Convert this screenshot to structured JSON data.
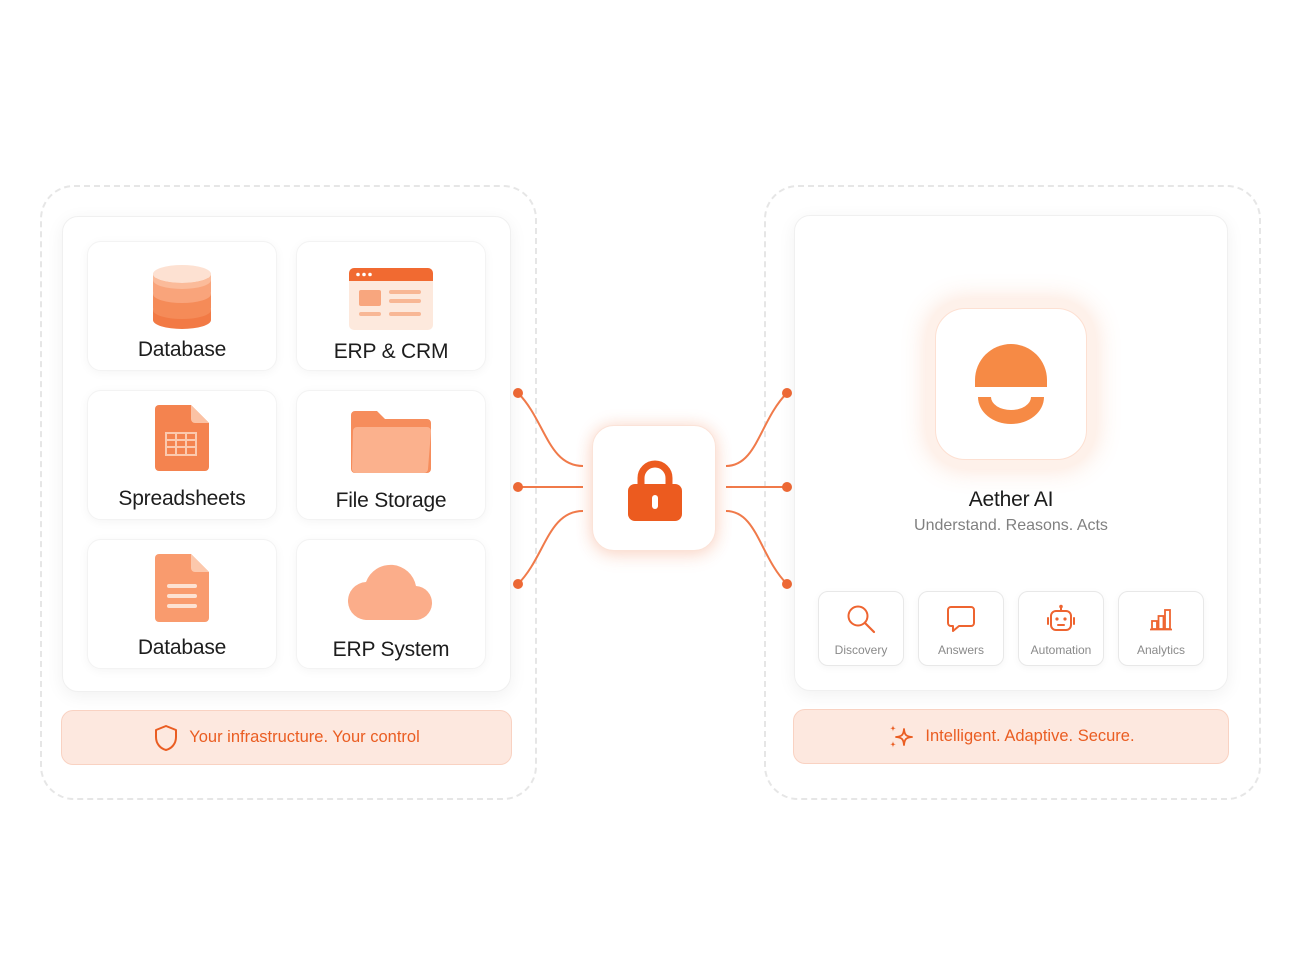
{
  "sources": {
    "tiles": [
      {
        "label": "Database",
        "icon": "database-icon"
      },
      {
        "label": "ERP & CRM",
        "icon": "browser-window-icon"
      },
      {
        "label": "Spreadsheets",
        "icon": "spreadsheet-file-icon"
      },
      {
        "label": "File Storage",
        "icon": "folder-icon"
      },
      {
        "label": "Database",
        "icon": "document-file-icon"
      },
      {
        "label": "ERP System",
        "icon": "cloud-icon"
      }
    ],
    "banner": {
      "icon": "shield-icon",
      "text": "Your infrastructure. Your control"
    }
  },
  "gateway": {
    "icon": "lock-icon"
  },
  "ai": {
    "logo_icon": "aether-logo-icon",
    "title": "Aether AI",
    "tagline": "Understand. Reasons. Acts",
    "features": [
      {
        "label": "Discovery",
        "icon": "search-icon"
      },
      {
        "label": "Answers",
        "icon": "chat-bubble-icon"
      },
      {
        "label": "Automation",
        "icon": "robot-icon"
      },
      {
        "label": "Analytics",
        "icon": "bar-chart-icon"
      }
    ],
    "banner": {
      "icon": "sparkles-icon",
      "text": "Intelligent. Adaptive. Secure."
    }
  },
  "colors": {
    "accent": "#EE6530",
    "accent_light": "#FBA57F",
    "banner_bg": "#FDE8DF"
  }
}
